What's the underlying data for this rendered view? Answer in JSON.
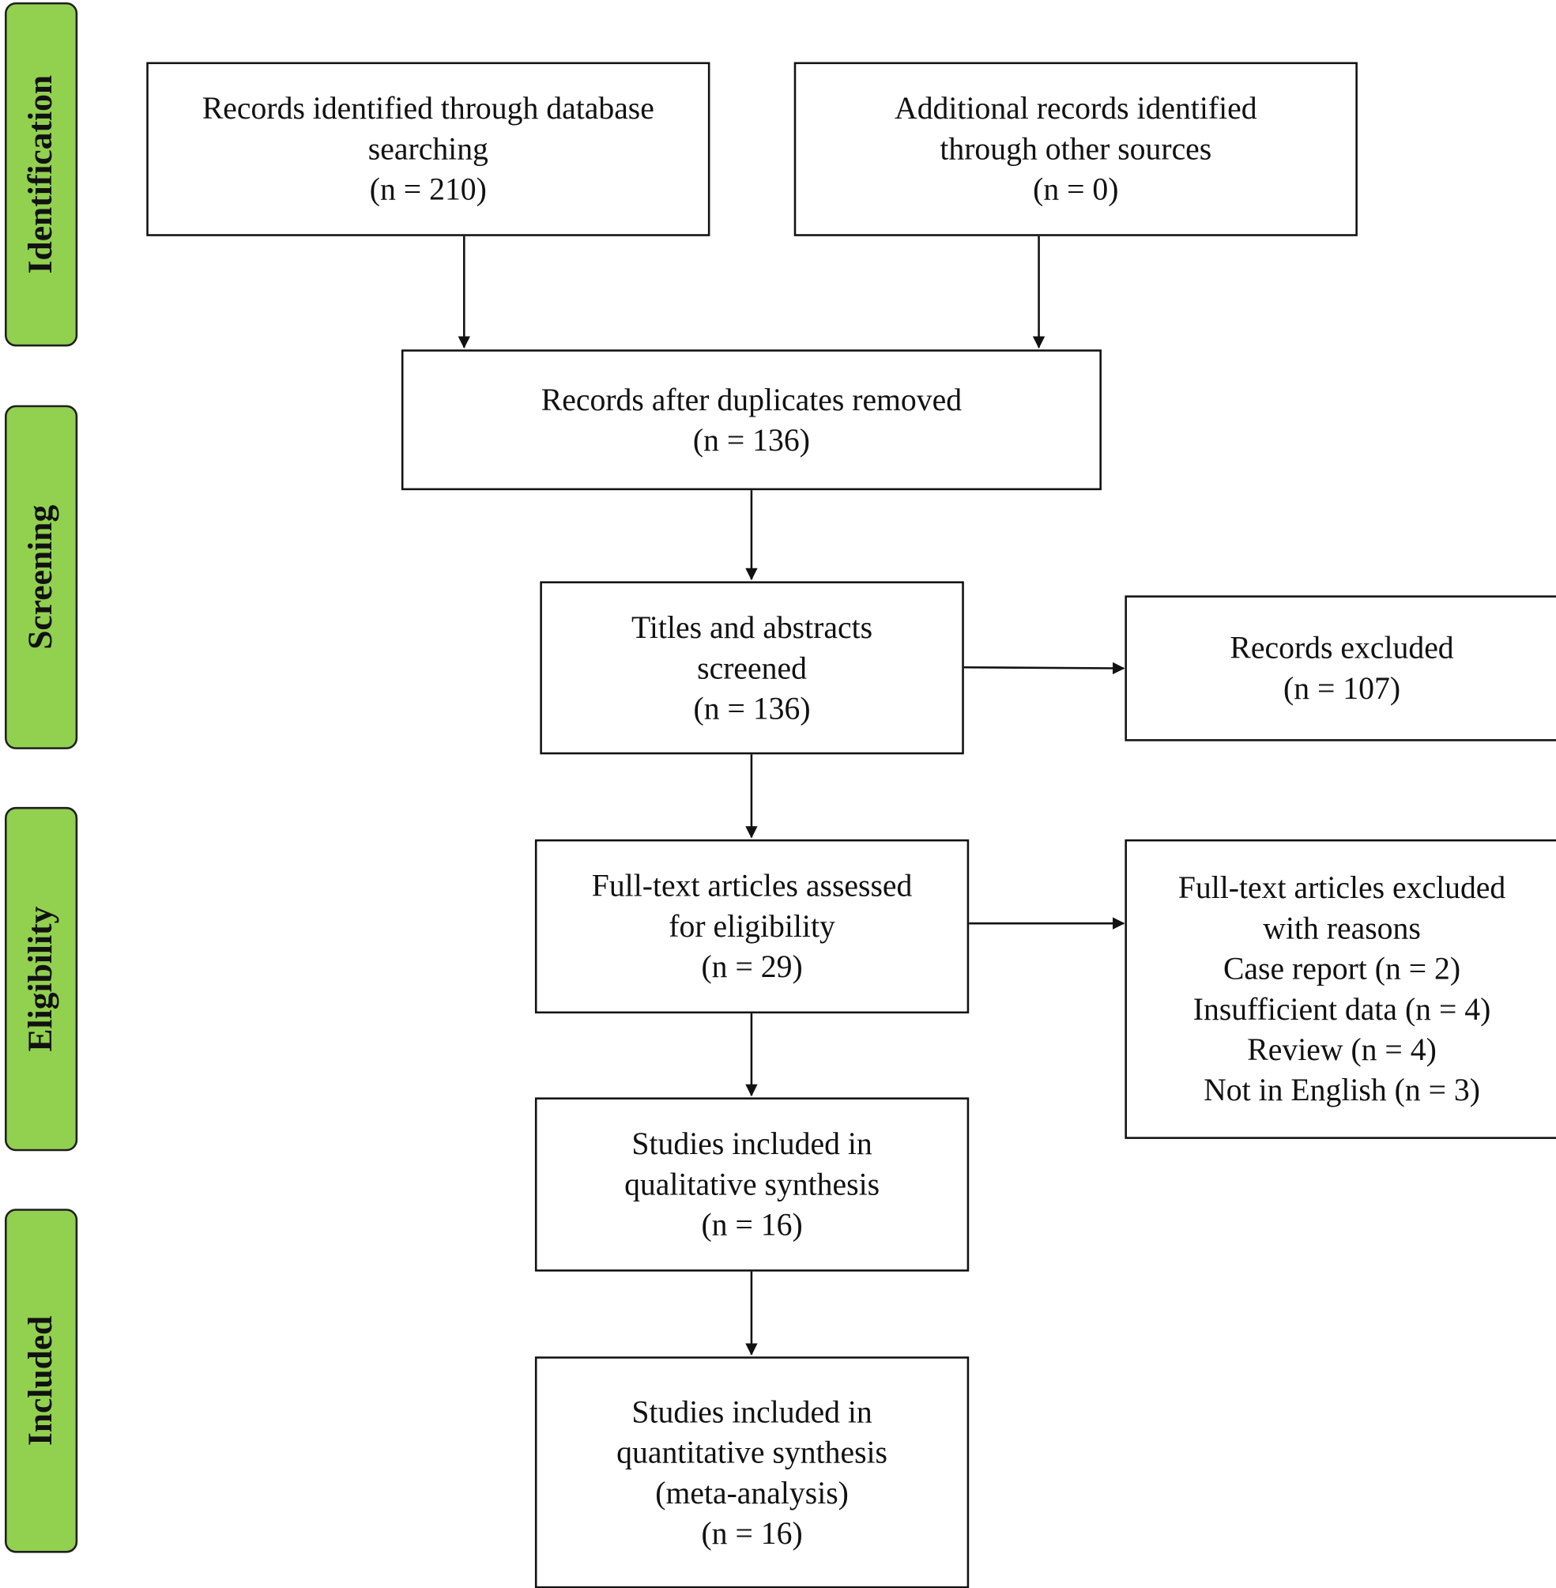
{
  "phases": [
    {
      "id": "identification",
      "label": "Identification"
    },
    {
      "id": "screening",
      "label": "Screening"
    },
    {
      "id": "eligibility",
      "label": "Eligibility"
    },
    {
      "id": "included",
      "label": "Included"
    }
  ],
  "boxes": {
    "database_records": {
      "lines": [
        "Records identified through database",
        "searching",
        "(n = 210)"
      ]
    },
    "additional_records": {
      "lines": [
        "Additional records identified",
        "through other sources",
        "(n = 0)"
      ]
    },
    "duplicates_removed": {
      "lines": [
        "Records after duplicates removed",
        "(n = 136)"
      ]
    },
    "screened": {
      "lines": [
        "Titles and abstracts",
        "screened",
        "(n = 136)"
      ]
    },
    "records_excluded": {
      "lines": [
        "Records excluded",
        "(n = 107)"
      ]
    },
    "full_text_assessed": {
      "lines": [
        "Full-text articles assessed",
        "for eligibility",
        "(n = 29)"
      ]
    },
    "full_text_excluded": {
      "lines": [
        "Full-text articles excluded",
        "with reasons",
        "Case report (n = 2)",
        "Insufficient data (n = 4)",
        "Review (n = 4)",
        "Not in English (n = 3)"
      ]
    },
    "qualitative": {
      "lines": [
        "Studies included in",
        "qualitative synthesis",
        "(n = 16)"
      ]
    },
    "quantitative": {
      "lines": [
        "Studies included in",
        "quantitative synthesis",
        "(meta-analysis)",
        "(n = 16)"
      ]
    }
  }
}
